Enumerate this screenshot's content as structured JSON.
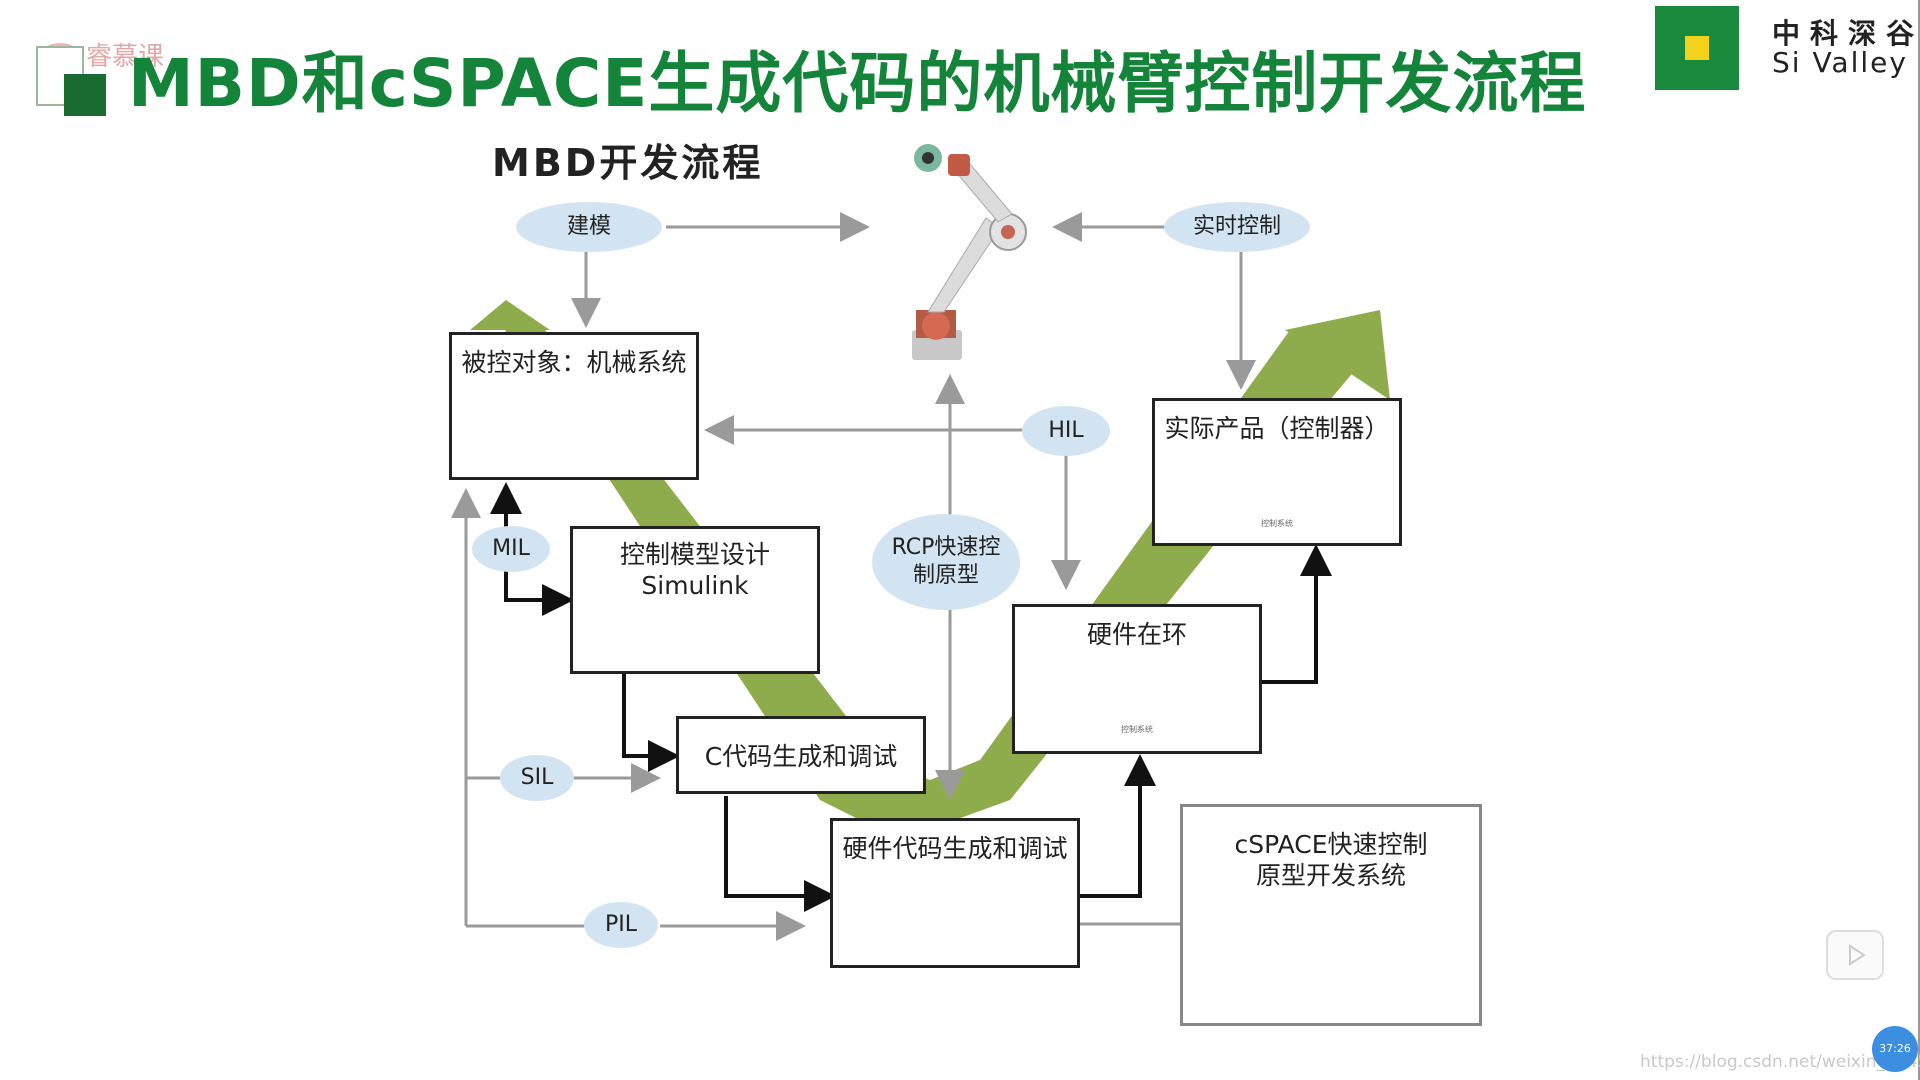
{
  "header": {
    "title": "MBD和cSPACE生成代码的机械臂控制开发流程",
    "logo_cn": "中科深谷",
    "logo_en": "Si Valley",
    "watermark": "睿慕课"
  },
  "diagram": {
    "subtitle": "MBD开发流程",
    "nodes": {
      "plant": {
        "label": "被控对象：机械系统"
      },
      "model_design": {
        "label_line1": "控制模型设计",
        "label_line2": "Simulink"
      },
      "c_code": {
        "label": "C代码生成和调试"
      },
      "hw_code": {
        "label": "硬件代码生成和调试"
      },
      "hil_box": {
        "label": "硬件在环",
        "device_caption": "控制系统"
      },
      "product": {
        "label": "实际产品（控制器）",
        "device_caption": "控制系统"
      },
      "cspace": {
        "label_line1": "cSPACE快速控制",
        "label_line2": "原型开发系统"
      }
    },
    "ellipses": {
      "modeling": "建模",
      "realtime": "实时控制",
      "hil": "HIL",
      "rcp_line1": "RCP快速控",
      "rcp_line2": "制原型",
      "mil": "MIL",
      "sil": "SIL",
      "pil": "PIL"
    }
  },
  "footer": {
    "url": "https://blog.csdn.net/weixin_43455581",
    "timer": "37:26"
  },
  "colors": {
    "title_green": "#13843a",
    "band_green": "#8fac4c",
    "ellipse_blue": "#d2e4f1",
    "logo_green": "#1a8a3c",
    "logo_yellow": "#f2d21b"
  }
}
